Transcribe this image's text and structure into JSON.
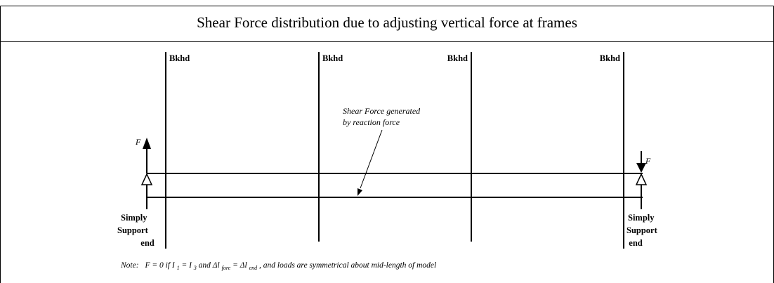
{
  "title": "Shear Force distribution due to adjusting vertical force at frames",
  "bulkheads": [
    "Bkhd",
    "Bkhd",
    "Bkhd",
    "Bkhd"
  ],
  "force_left": "F",
  "force_right": "F",
  "annotation": {
    "line1": "Shear Force generated",
    "line2": "by reaction force"
  },
  "support_left": {
    "line1": "Simply",
    "line2": "Support",
    "line3": "end"
  },
  "support_right": {
    "line1": "Simply",
    "line2": "Support",
    "line3": "end"
  },
  "note": {
    "prefix": "Note:",
    "eq1": "F = 0 if I",
    "sub1": "1",
    "mid1": " = I",
    "sub3": "3",
    "mid2": " and Δl",
    "sub_fore": "fore",
    "mid3": " = Δl",
    "sub_end": "end",
    "suffix": " , and loads are symmetrical about mid-length of model"
  }
}
